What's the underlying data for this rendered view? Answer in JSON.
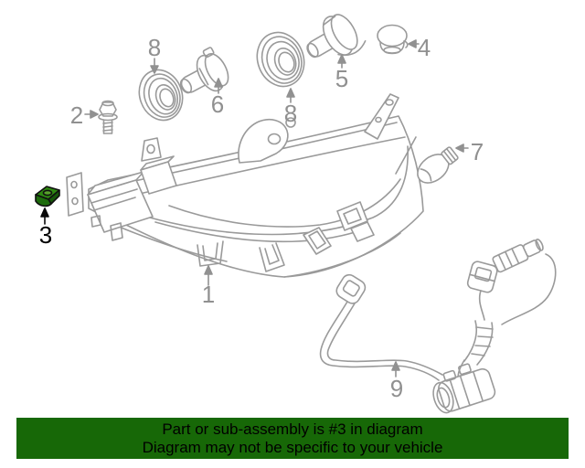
{
  "diagram": {
    "type": "exploded-parts-diagram",
    "highlighted_part": "3",
    "callouts": [
      {
        "label": "1",
        "highlighted": false
      },
      {
        "label": "2",
        "highlighted": false
      },
      {
        "label": "3",
        "highlighted": true
      },
      {
        "label": "4",
        "highlighted": false
      },
      {
        "label": "5",
        "highlighted": false
      },
      {
        "label": "6",
        "highlighted": false
      },
      {
        "label": "7",
        "highlighted": false
      },
      {
        "label": "8",
        "highlighted": false
      },
      {
        "label": "8",
        "highlighted": false
      },
      {
        "label": "9",
        "highlighted": false
      }
    ],
    "colors": {
      "line_art": "#9a9a9a",
      "callout_label": "#909090",
      "highlighted_label": "#000000",
      "highlight_part_fill": "#2e8811",
      "highlight_part_outline": "#101010"
    }
  },
  "banner": {
    "line1": "Part or sub-assembly is #3 in diagram",
    "line2": "Diagram may not be specific to your vehicle",
    "background": "#176807",
    "text_color": "#000000"
  }
}
